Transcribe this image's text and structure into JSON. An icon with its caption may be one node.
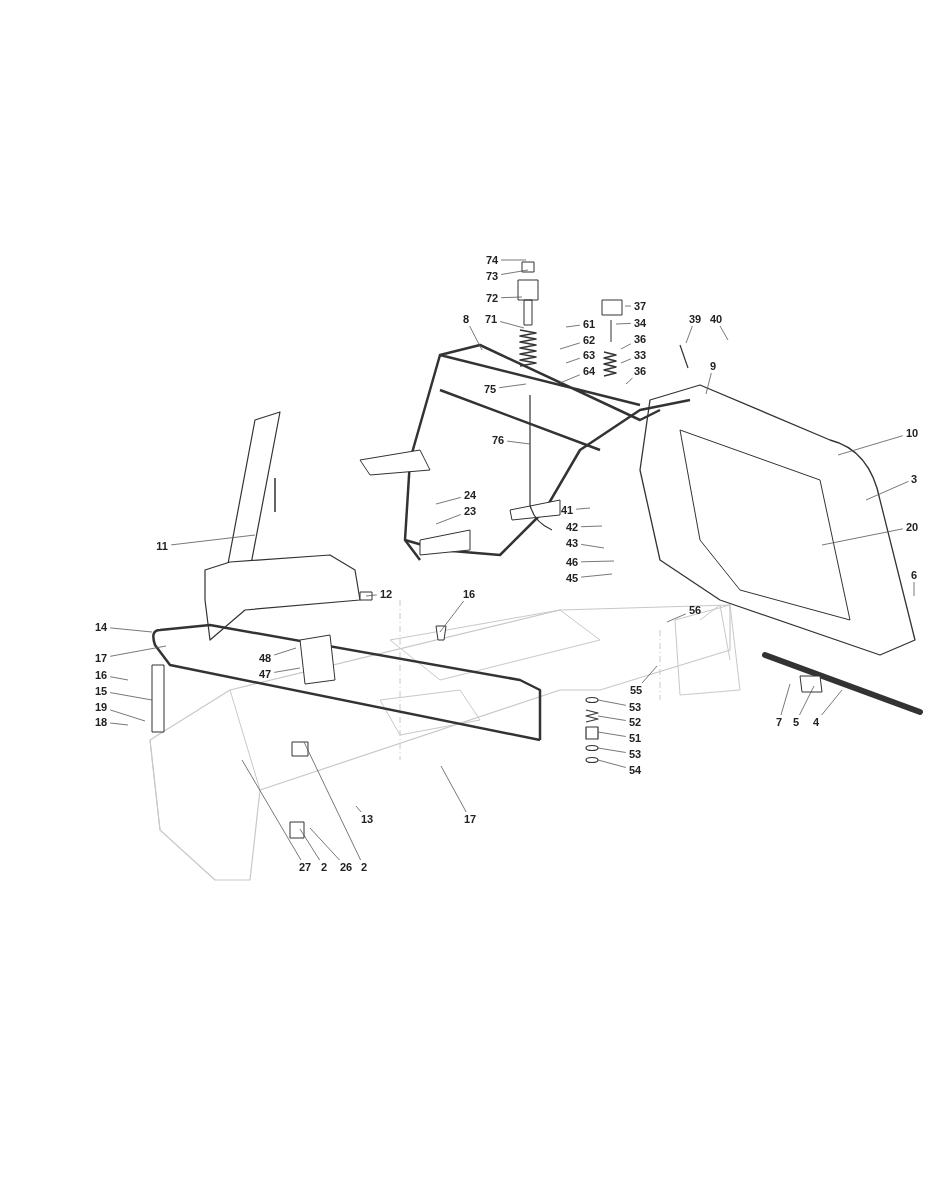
{
  "diagram": {
    "nodes": [
      {
        "text": [
          "74"
        ]
      },
      {
        "text": [
          "73"
        ]
      },
      {
        "text": [
          "72"
        ]
      },
      {
        "text": [
          "71"
        ]
      },
      {
        "text": [
          "8"
        ]
      },
      {
        "text": [
          "61"
        ]
      },
      {
        "text": [
          "62"
        ]
      },
      {
        "text": [
          "63"
        ]
      },
      {
        "text": [
          "64"
        ]
      },
      {
        "text": [
          "75"
        ]
      },
      {
        "text": [
          "37"
        ]
      },
      {
        "text": [
          "34"
        ]
      },
      {
        "text": [
          "36"
        ]
      },
      {
        "text": [
          "33"
        ]
      },
      {
        "text": [
          "36"
        ]
      },
      {
        "text": [
          "39"
        ]
      },
      {
        "text": [
          "40"
        ]
      },
      {
        "text": [
          "9"
        ]
      },
      {
        "text": [
          "76"
        ]
      },
      {
        "text": [
          "10"
        ]
      },
      {
        "text": [
          "3"
        ]
      },
      {
        "text": [
          "20"
        ]
      },
      {
        "text": [
          "6"
        ]
      },
      {
        "text": [
          "24"
        ]
      },
      {
        "text": [
          "23"
        ]
      },
      {
        "text": [
          "41"
        ]
      },
      {
        "text": [
          "42"
        ]
      },
      {
        "text": [
          "43"
        ]
      },
      {
        "text": [
          "46"
        ]
      },
      {
        "text": [
          "45"
        ]
      },
      {
        "text": [
          "11"
        ]
      },
      {
        "text": [
          "12"
        ]
      },
      {
        "text": [
          "16"
        ]
      },
      {
        "text": [
          "56"
        ]
      },
      {
        "text": [
          "14"
        ]
      },
      {
        "text": [
          "48"
        ]
      },
      {
        "text": [
          "47"
        ]
      },
      {
        "text": [
          "17"
        ]
      },
      {
        "text": [
          "16"
        ]
      },
      {
        "text": [
          "15"
        ]
      },
      {
        "text": [
          "19"
        ]
      },
      {
        "text": [
          "18"
        ]
      },
      {
        "text": [
          "55"
        ]
      },
      {
        "text": [
          "53"
        ]
      },
      {
        "text": [
          "52"
        ]
      },
      {
        "text": [
          "51"
        ]
      },
      {
        "text": [
          "53"
        ]
      },
      {
        "text": [
          "54"
        ]
      },
      {
        "text": [
          "7"
        ]
      },
      {
        "text": [
          "5"
        ]
      },
      {
        "text": [
          "4"
        ]
      },
      {
        "text": [
          "13"
        ]
      },
      {
        "text": [
          "17"
        ]
      },
      {
        "text": [
          "27"
        ]
      },
      {
        "text": [
          "2"
        ]
      },
      {
        "text": [
          "26"
        ]
      },
      {
        "text": [
          "2"
        ]
      }
    ],
    "edges": [
      {
        "from": 0,
        "to": null,
        "arrow": "none"
      },
      {
        "from": 1,
        "to": null,
        "arrow": "none"
      },
      {
        "from": 2,
        "to": null,
        "arrow": "none"
      },
      {
        "from": 3,
        "to": null,
        "arrow": "none"
      },
      {
        "from": 4,
        "to": null,
        "arrow": "none"
      },
      {
        "from": 5,
        "to": null,
        "arrow": "none"
      },
      {
        "from": 6,
        "to": null,
        "arrow": "none"
      },
      {
        "from": 7,
        "to": null,
        "arrow": "none"
      },
      {
        "from": 8,
        "to": null,
        "arrow": "none"
      },
      {
        "from": 9,
        "to": null,
        "arrow": "none"
      },
      {
        "from": 10,
        "to": null,
        "arrow": "none"
      },
      {
        "from": 11,
        "to": null,
        "arrow": "none"
      },
      {
        "from": 12,
        "to": null,
        "arrow": "none"
      },
      {
        "from": 13,
        "to": null,
        "arrow": "none"
      },
      {
        "from": 14,
        "to": null,
        "arrow": "none"
      },
      {
        "from": 15,
        "to": null,
        "arrow": "none"
      },
      {
        "from": 16,
        "to": null,
        "arrow": "none"
      },
      {
        "from": 17,
        "to": null,
        "arrow": "none"
      },
      {
        "from": 18,
        "to": null,
        "arrow": "none"
      },
      {
        "from": 19,
        "to": null,
        "arrow": "none"
      },
      {
        "from": 20,
        "to": null,
        "arrow": "none"
      },
      {
        "from": 21,
        "to": null,
        "arrow": "none"
      },
      {
        "from": 22,
        "to": null,
        "arrow": "none"
      },
      {
        "from": 23,
        "to": null,
        "arrow": "none"
      },
      {
        "from": 24,
        "to": null,
        "arrow": "none"
      },
      {
        "from": 25,
        "to": null,
        "arrow": "none"
      },
      {
        "from": 26,
        "to": null,
        "arrow": "none"
      },
      {
        "from": 27,
        "to": null,
        "arrow": "none"
      },
      {
        "from": 28,
        "to": null,
        "arrow": "none"
      },
      {
        "from": 29,
        "to": null,
        "arrow": "none"
      },
      {
        "from": 30,
        "to": null,
        "arrow": "none"
      },
      {
        "from": 31,
        "to": null,
        "arrow": "none"
      },
      {
        "from": 32,
        "to": null,
        "arrow": "none"
      },
      {
        "from": 33,
        "to": null,
        "arrow": "none"
      },
      {
        "from": 34,
        "to": null,
        "arrow": "none"
      },
      {
        "from": 35,
        "to": null,
        "arrow": "none"
      },
      {
        "from": 36,
        "to": null,
        "arrow": "none"
      },
      {
        "from": 37,
        "to": null,
        "arrow": "none"
      },
      {
        "from": 38,
        "to": null,
        "arrow": "none"
      },
      {
        "from": 39,
        "to": null,
        "arrow": "none"
      },
      {
        "from": 40,
        "to": null,
        "arrow": "none"
      },
      {
        "from": 41,
        "to": null,
        "arrow": "none"
      },
      {
        "from": 42,
        "to": null,
        "arrow": "none"
      },
      {
        "from": 43,
        "to": null,
        "arrow": "none"
      },
      {
        "from": 44,
        "to": null,
        "arrow": "none"
      },
      {
        "from": 45,
        "to": null,
        "arrow": "none"
      },
      {
        "from": 46,
        "to": null,
        "arrow": "none"
      },
      {
        "from": 47,
        "to": null,
        "arrow": "none"
      },
      {
        "from": 48,
        "to": null,
        "arrow": "none"
      },
      {
        "from": 49,
        "to": null,
        "arrow": "none"
      },
      {
        "from": 50,
        "to": null,
        "arrow": "none"
      },
      {
        "from": 51,
        "to": null,
        "arrow": "none"
      },
      {
        "from": 52,
        "to": null,
        "arrow": "none"
      },
      {
        "from": 53,
        "to": null,
        "arrow": "none"
      },
      {
        "from": 54,
        "to": null,
        "arrow": "none"
      },
      {
        "from": 55,
        "to": null,
        "arrow": "none"
      },
      {
        "from": 56,
        "to": null,
        "arrow": "none"
      }
    ]
  }
}
